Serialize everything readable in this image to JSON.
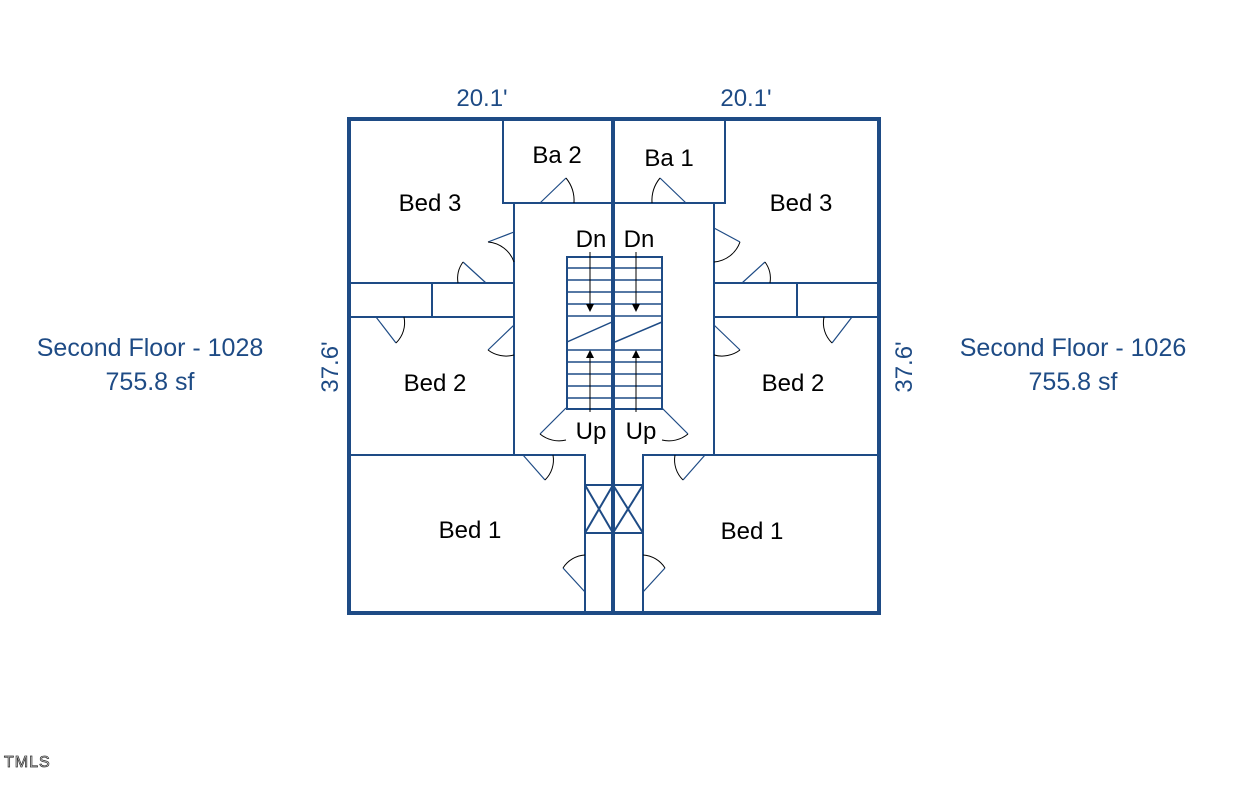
{
  "units": {
    "left": {
      "info_line1": "Second Floor - 1028",
      "info_line2": "755.8 sf",
      "width_dim": "20.1'",
      "depth_dim": "37.6'",
      "rooms": {
        "bath": "Ba 2",
        "bed3": "Bed 3",
        "bed2": "Bed 2",
        "bed1": "Bed 1"
      },
      "stairs": {
        "down": "Dn",
        "up": "Up"
      }
    },
    "right": {
      "info_line1": "Second Floor - 1026",
      "info_line2": "755.8 sf",
      "width_dim": "20.1'",
      "depth_dim": "37.6'",
      "rooms": {
        "bath": "Ba 1",
        "bed3": "Bed 3",
        "bed2": "Bed 2",
        "bed1": "Bed 1"
      },
      "stairs": {
        "down": "Dn",
        "up": "Up"
      }
    }
  },
  "watermark": "TMLS",
  "colors": {
    "wall": "#1e4b85",
    "text": "#1e4b85",
    "room_label": "#000000"
  }
}
